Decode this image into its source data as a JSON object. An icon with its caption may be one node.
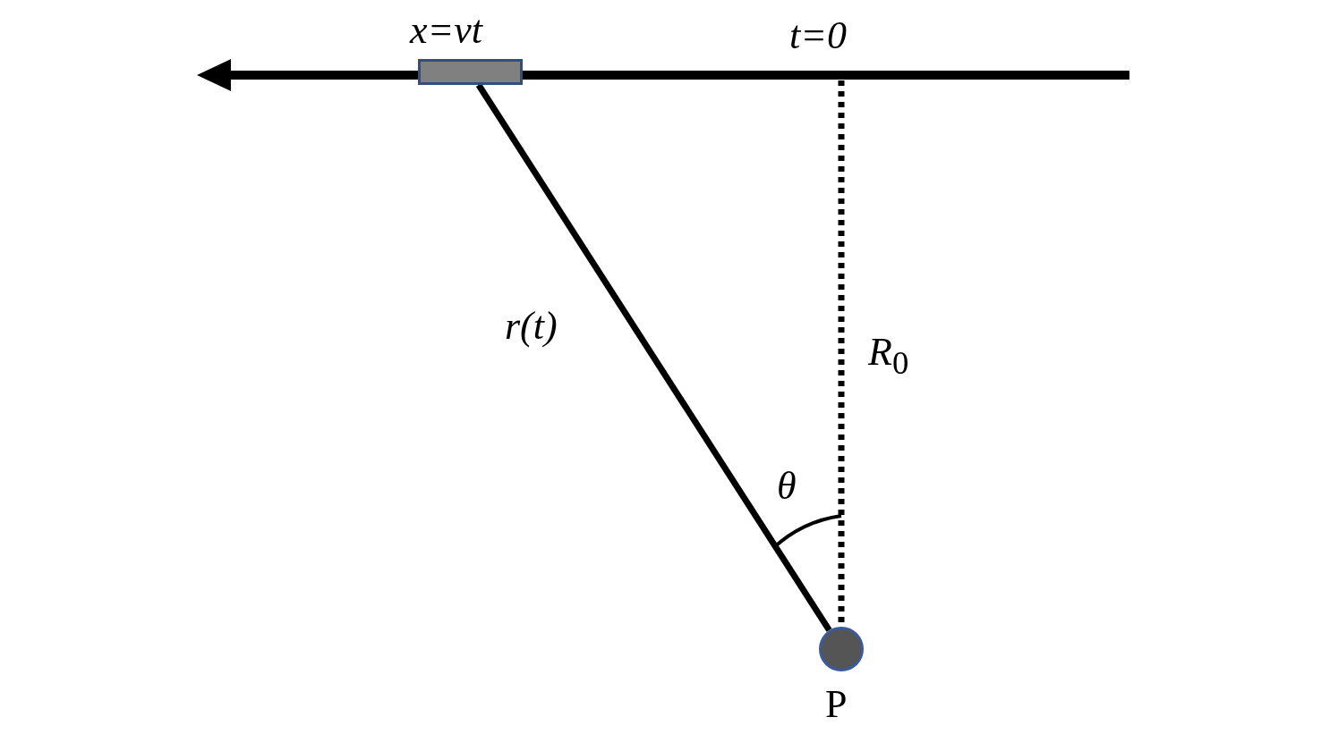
{
  "diagram": {
    "nodes": [
      {
        "text": [],
        "shape": "box",
        "beside": [
          "x=vt"
        ]
      },
      {
        "text": [],
        "shape": "circle",
        "beside": [
          "P"
        ]
      }
    ],
    "edges": [
      {
        "from": 0,
        "to": 1,
        "arrow": "none",
        "label": "r(t)"
      },
      {
        "from": null,
        "to": 1,
        "arrow": "none",
        "label": "*R*$_{0}$",
        "style": "dashed"
      }
    ],
    "labels": [
      "t=0",
      "θ"
    ]
  }
}
